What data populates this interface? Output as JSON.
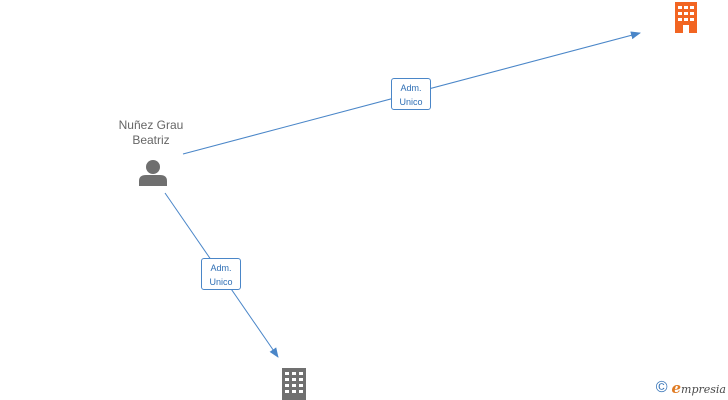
{
  "person": {
    "name": "Nuñez Grau\nBeatriz",
    "icon": "person-icon"
  },
  "companies": [
    {
      "icon": "building-icon",
      "color": "#f26522"
    },
    {
      "icon": "building-icon",
      "color": "#707070"
    }
  ],
  "relations": [
    {
      "label": "Adm.\nUnico",
      "to": 0
    },
    {
      "label": "Adm.\nUnico",
      "to": 1
    }
  ],
  "footer": {
    "copyright_symbol": "©",
    "brand_initial": "e",
    "brand_rest": "mpresia"
  },
  "colors": {
    "edge": "#4a86c8",
    "person": "#6f6f6f"
  }
}
